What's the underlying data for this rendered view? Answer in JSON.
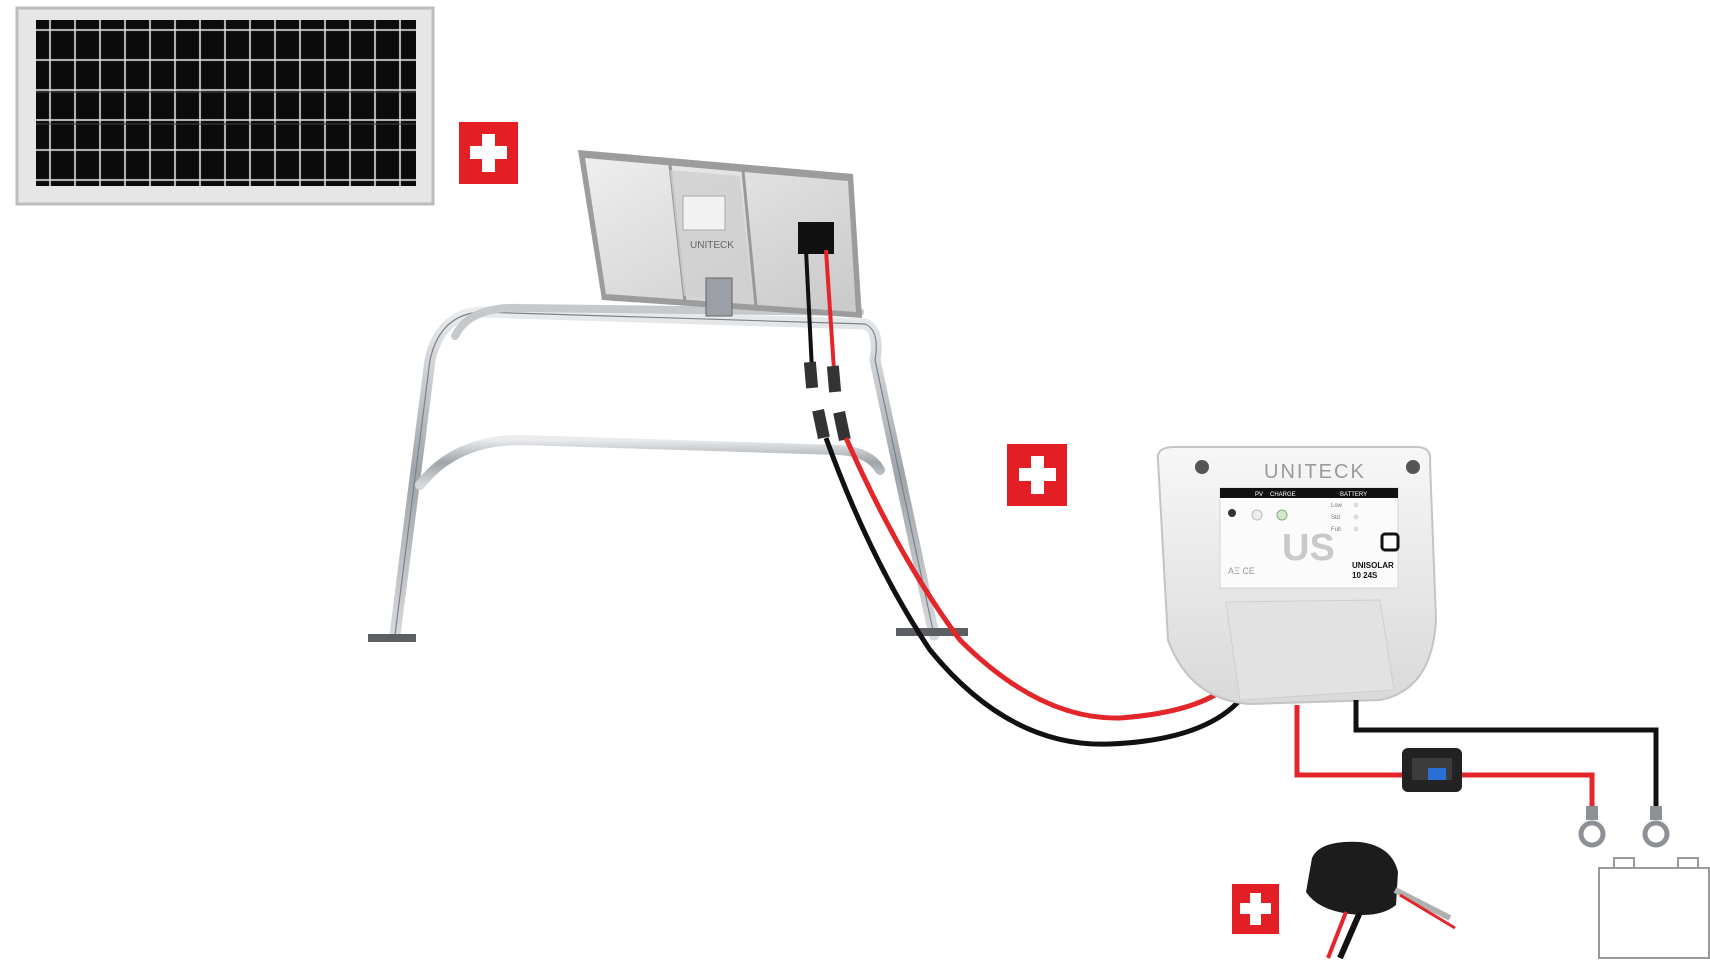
{
  "diagram": {
    "controller": {
      "brand": "UNITECK",
      "model": "UNISOLAR",
      "model_ref": "10 24S",
      "logo_letters": "US",
      "leds": {
        "pv_label": "PV",
        "charge_label": "CHARGE",
        "battery_label": "BATTERY",
        "battery_levels": [
          "Low",
          "Std",
          "Full"
        ]
      },
      "cert_marks": "ΑΞ CE"
    },
    "mount_brand": "UNITECK",
    "add_on_badge_symbol": "+",
    "colors": {
      "positive_wire": "#e3262a",
      "negative_wire": "#111111",
      "badge": "#e31e24",
      "controller_body": "#ececec",
      "rail": "#b8bcc0"
    }
  }
}
